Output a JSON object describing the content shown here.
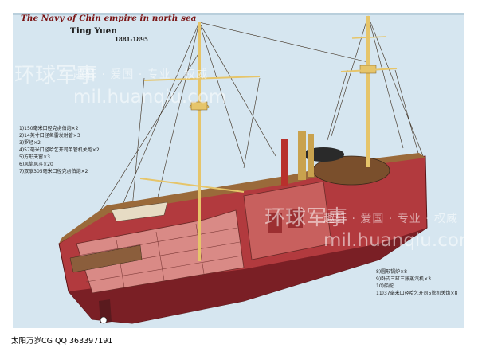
{
  "header": {
    "title": "The Navy of Chin empire in north sea",
    "subtitle": "Ting Yuen",
    "years": "1881-1895"
  },
  "legend_left": [
    "1)150毫米口径克虏伯炮×2",
    "2)14英寸口径鱼雷发射管×3",
    "3)罗经×2",
    "4)57毫米口径哈乞开司单管机关炮×2",
    "5)方形天窗×3",
    "6)风筒风斗×20",
    "7)双联305毫米口径克虏伯炮×2"
  ],
  "legend_right": [
    "8)圆形锅炉×8",
    "9)卧式三缸三胀蒸汽机×3",
    "10)船舵",
    "11)37毫米口径哈乞开司5管机关炮×8"
  ],
  "watermark": {
    "logo": "环球军事",
    "slogan": "趣轩 · 爱国 · 专业 · 权威",
    "url": "mil.huanqiu.com"
  },
  "credit": "太阳万岁CG        QQ 363397191",
  "colors": {
    "background": "#d6e6f0",
    "hull_red": "#b23a3e",
    "hull_dark": "#7a1f25",
    "deck_wood": "#9a6a3a",
    "mast_yellow": "#e6c56a",
    "title_red": "#7a1414"
  }
}
